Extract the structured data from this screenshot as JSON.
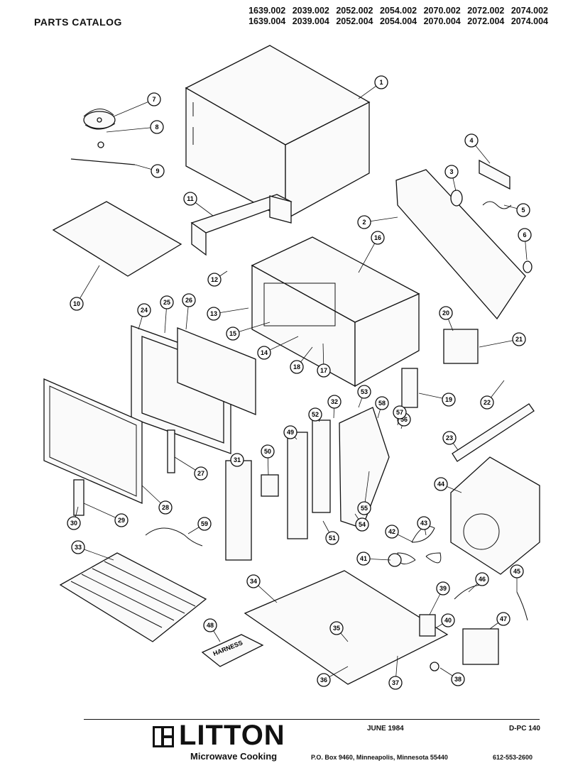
{
  "header": {
    "title": "PARTS CATALOG",
    "model_rows": [
      [
        "1639.002",
        "2039.002",
        "2052.002",
        "2054.002",
        "2070.002",
        "2072.002",
        "2074.002"
      ],
      [
        "1639.004",
        "2039.004",
        "2052.004",
        "2054.004",
        "2070.004",
        "2072.004",
        "2074.004"
      ]
    ]
  },
  "callouts": [
    "1",
    "2",
    "3",
    "4",
    "5",
    "6",
    "7",
    "8",
    "9",
    "10",
    "11",
    "12",
    "13",
    "14",
    "15",
    "16",
    "17",
    "18",
    "19",
    "20",
    "21",
    "22",
    "23",
    "24",
    "25",
    "26",
    "27",
    "28",
    "29",
    "30",
    "31",
    "32",
    "33",
    "34",
    "35",
    "36",
    "37",
    "38",
    "39",
    "40",
    "41",
    "42",
    "43",
    "44",
    "45",
    "46",
    "47",
    "48",
    "49",
    "50",
    "51",
    "52",
    "53",
    "54",
    "55",
    "56",
    "57",
    "58",
    "59"
  ],
  "labels": {
    "harness": "HARNESS"
  },
  "footer": {
    "brand": "LITTON",
    "subtitle": "Microwave Cooking",
    "date": "JUNE 1984",
    "code": "D-PC 140",
    "address": "P.O. Box 9460, Minneapolis, Minnesota 55440",
    "phone": "612-553-2600"
  }
}
